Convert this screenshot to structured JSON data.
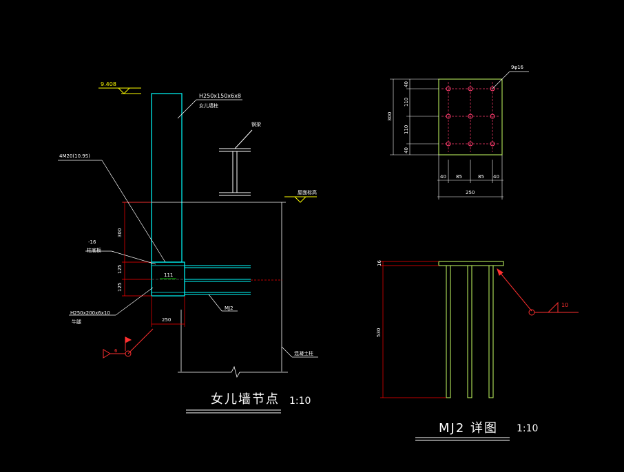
{
  "colors": {
    "background": "#000000",
    "cyan": "#00ffff",
    "white": "#ffffff",
    "red": "#ff0000",
    "yellow": "#ffff00",
    "yellow_green": "#c8ff64",
    "magenta": "#ff3c6e"
  },
  "left": {
    "elev_label": "9.408",
    "column_label": "H250x150x6x8",
    "column_note": "女儿墙柱",
    "beam_label": "钢梁",
    "roof_label": "屋面标高",
    "bolt_label": "4M20(10.9S)",
    "plate_label": "-16",
    "plate_note": "柱底板",
    "dim_300": "300",
    "dim_125a": "125",
    "dim_125b": "125",
    "dim_111": "111",
    "dim_250": "250",
    "bracket_label": "H250x200x6x10",
    "bracket_note": "牛腿",
    "mj2_label": "MJ2",
    "concrete_note": "混凝土柱",
    "weld_num": "6",
    "title": "女儿墙节点",
    "scale": "1:10"
  },
  "plan": {
    "label": "9φ16",
    "dim_left_total": "300",
    "dim_left_1": "40",
    "dim_left_2": "110",
    "dim_left_3": "110",
    "dim_left_4": "40",
    "dim_bot_1": "40",
    "dim_bot_2": "85",
    "dim_bot_3": "85",
    "dim_bot_4": "40",
    "dim_bot_total": "250"
  },
  "elev": {
    "dim_top": "16",
    "dim_len": "530",
    "weld_num": "10",
    "title": "MJ2 详图",
    "scale": "1:10"
  }
}
